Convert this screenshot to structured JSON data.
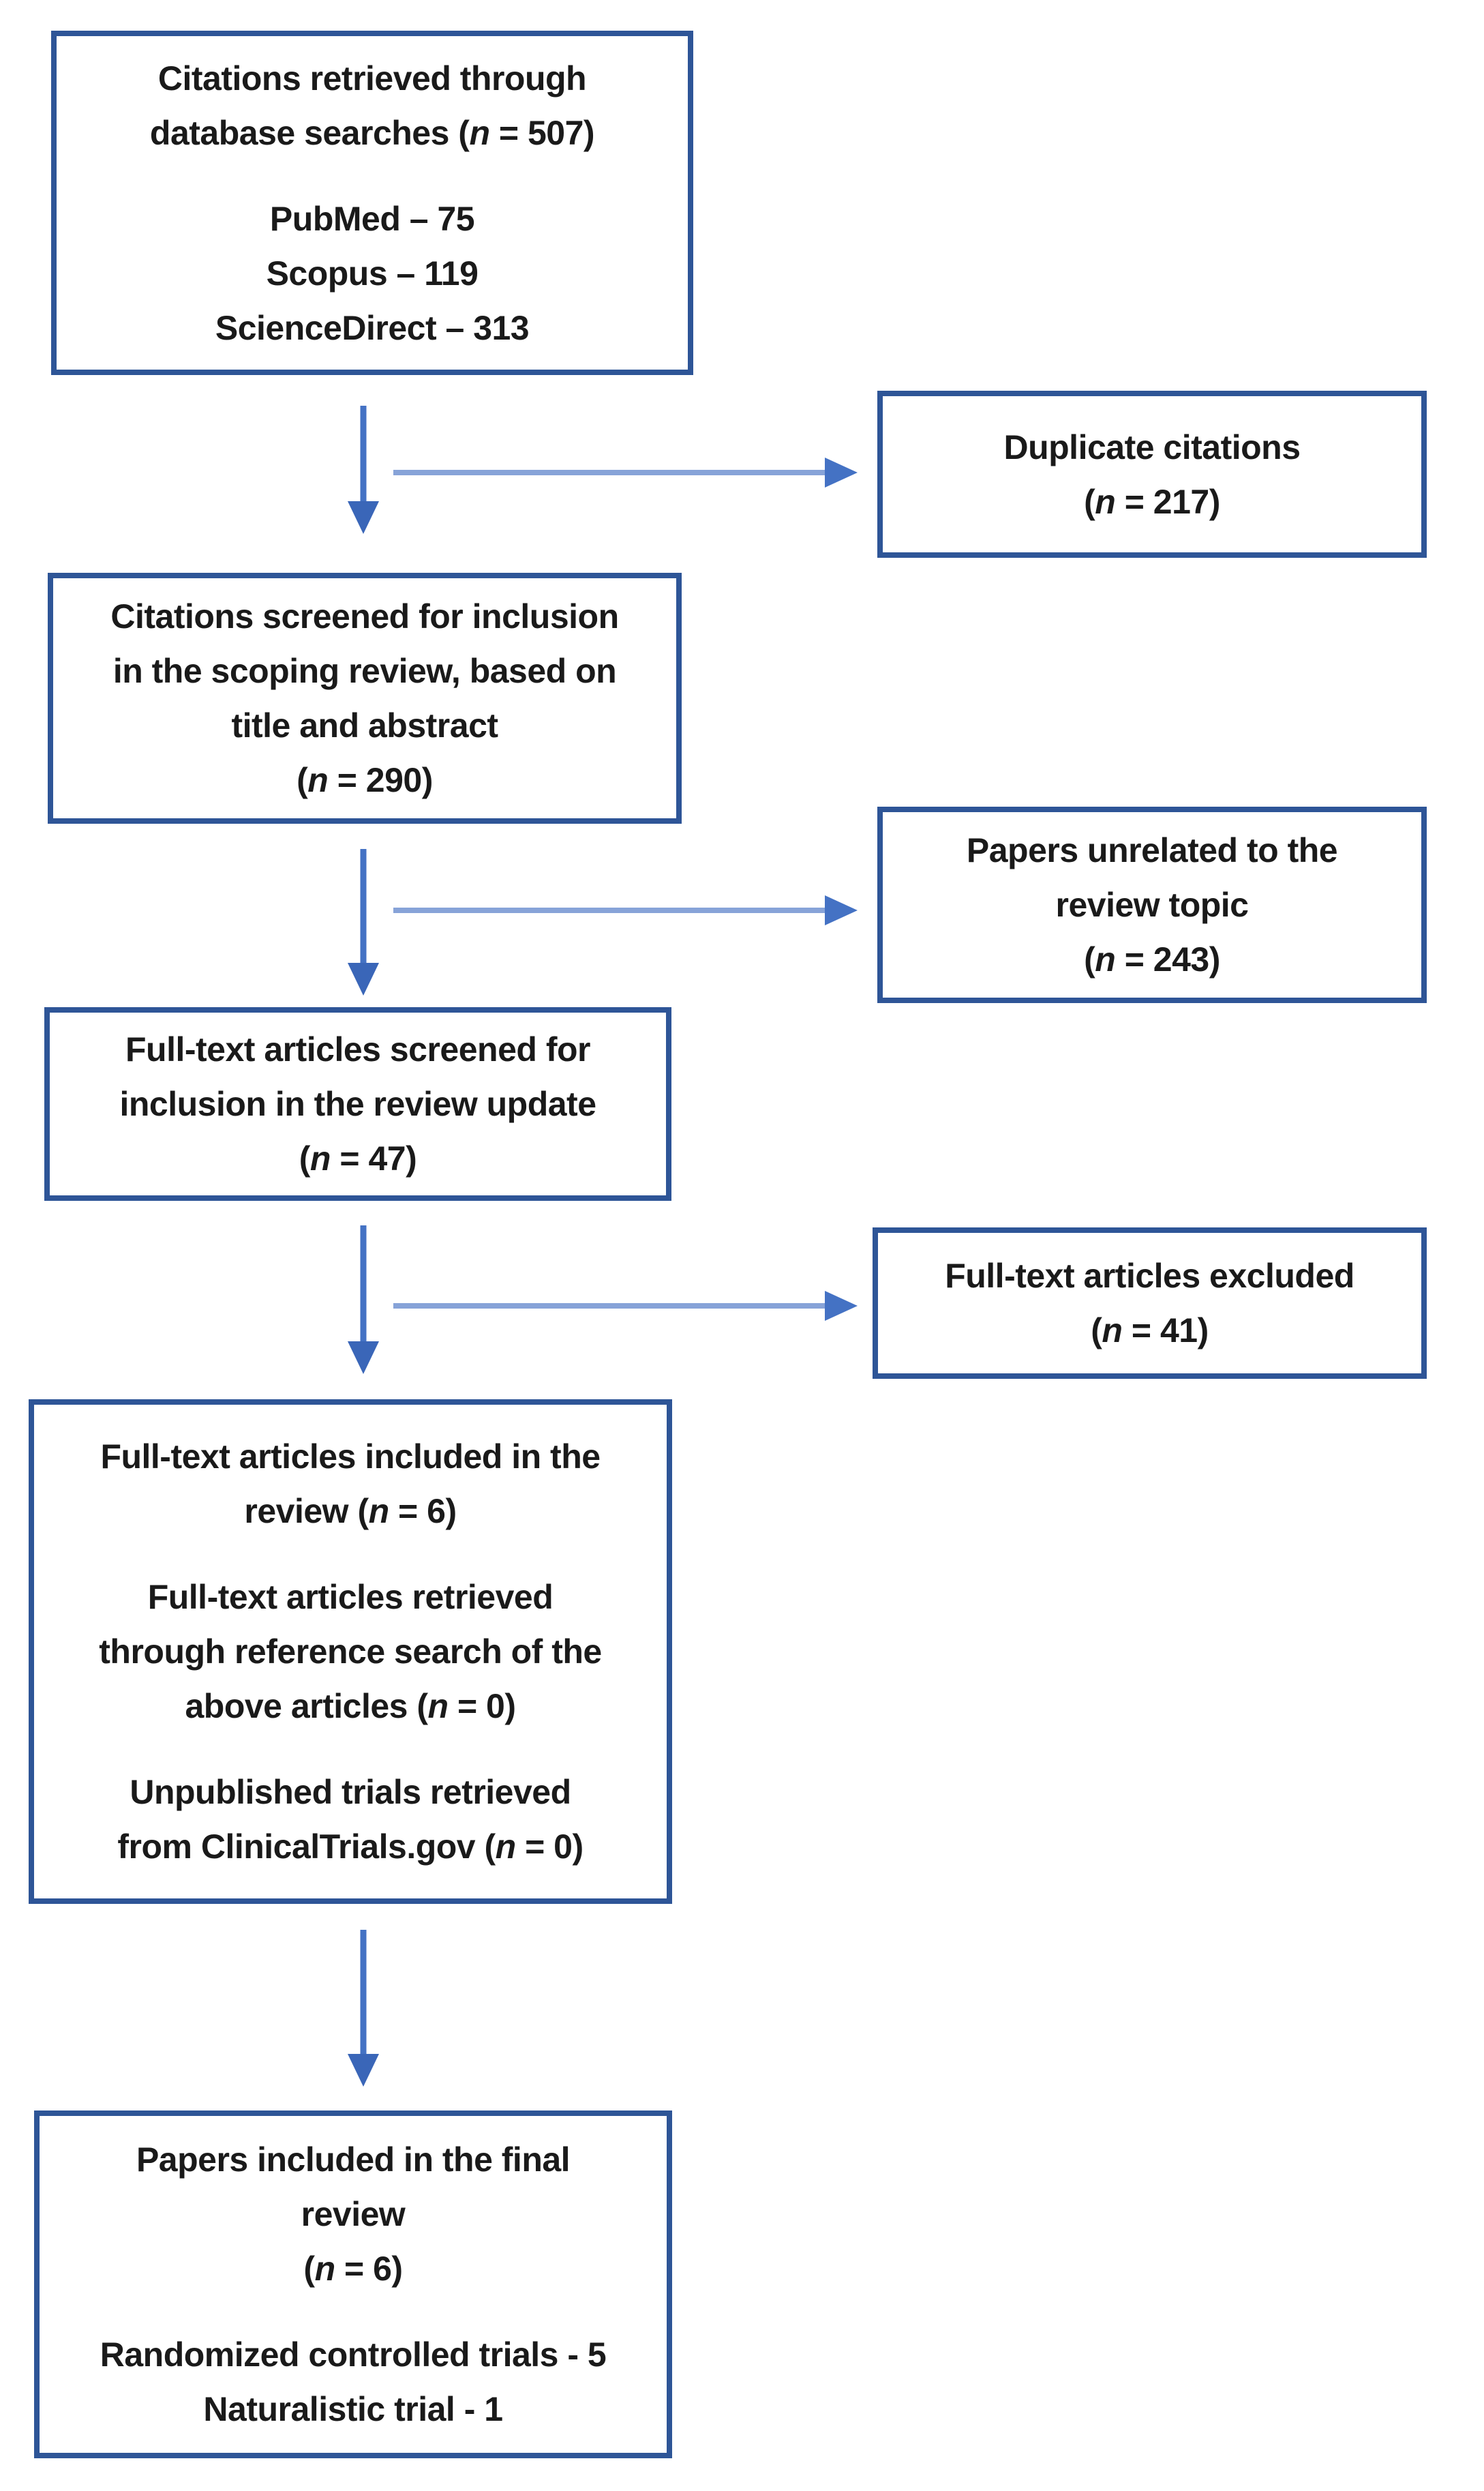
{
  "colors": {
    "box_border": "#2e5597",
    "arrow": "#4472c4",
    "arrow_light": "#87a3d8",
    "arrow_dark": "#3a66b8",
    "text": "#1a1a1a"
  },
  "boxes": [
    {
      "id": "citations-retrieved",
      "lines": [
        "Citations retrieved through",
        "database searches (n = 507)",
        "",
        "PubMed – 75",
        "Scopus – 119",
        "ScienceDirect – 313"
      ]
    },
    {
      "id": "duplicate-citations",
      "lines": [
        "Duplicate citations",
        "(n = 217)"
      ]
    },
    {
      "id": "citations-screened",
      "lines": [
        "Citations screened for inclusion",
        "in the scoping review, based on",
        "title and abstract",
        "(n = 290)"
      ]
    },
    {
      "id": "papers-unrelated",
      "lines": [
        "Papers unrelated to the",
        "review topic",
        "(n = 243)"
      ]
    },
    {
      "id": "fulltext-screened",
      "lines": [
        "Full-text articles screened for",
        "inclusion in the review update",
        "(n = 47)"
      ]
    },
    {
      "id": "fulltext-excluded",
      "lines": [
        "Full-text articles excluded",
        "(n = 41)"
      ]
    },
    {
      "id": "fulltext-included",
      "lines": [
        "Full-text articles included in the",
        "review (n = 6)",
        "",
        "Full-text articles retrieved",
        "through reference search of the",
        "above articles (n = 0)",
        "",
        "Unpublished trials retrieved",
        "from ClinicalTrials.gov (n = 0)"
      ]
    },
    {
      "id": "papers-final",
      "lines": [
        "Papers included in the final",
        "review",
        "(n = 6)",
        "",
        "Randomized controlled trials - 5",
        "Naturalistic trial - 1"
      ]
    }
  ]
}
